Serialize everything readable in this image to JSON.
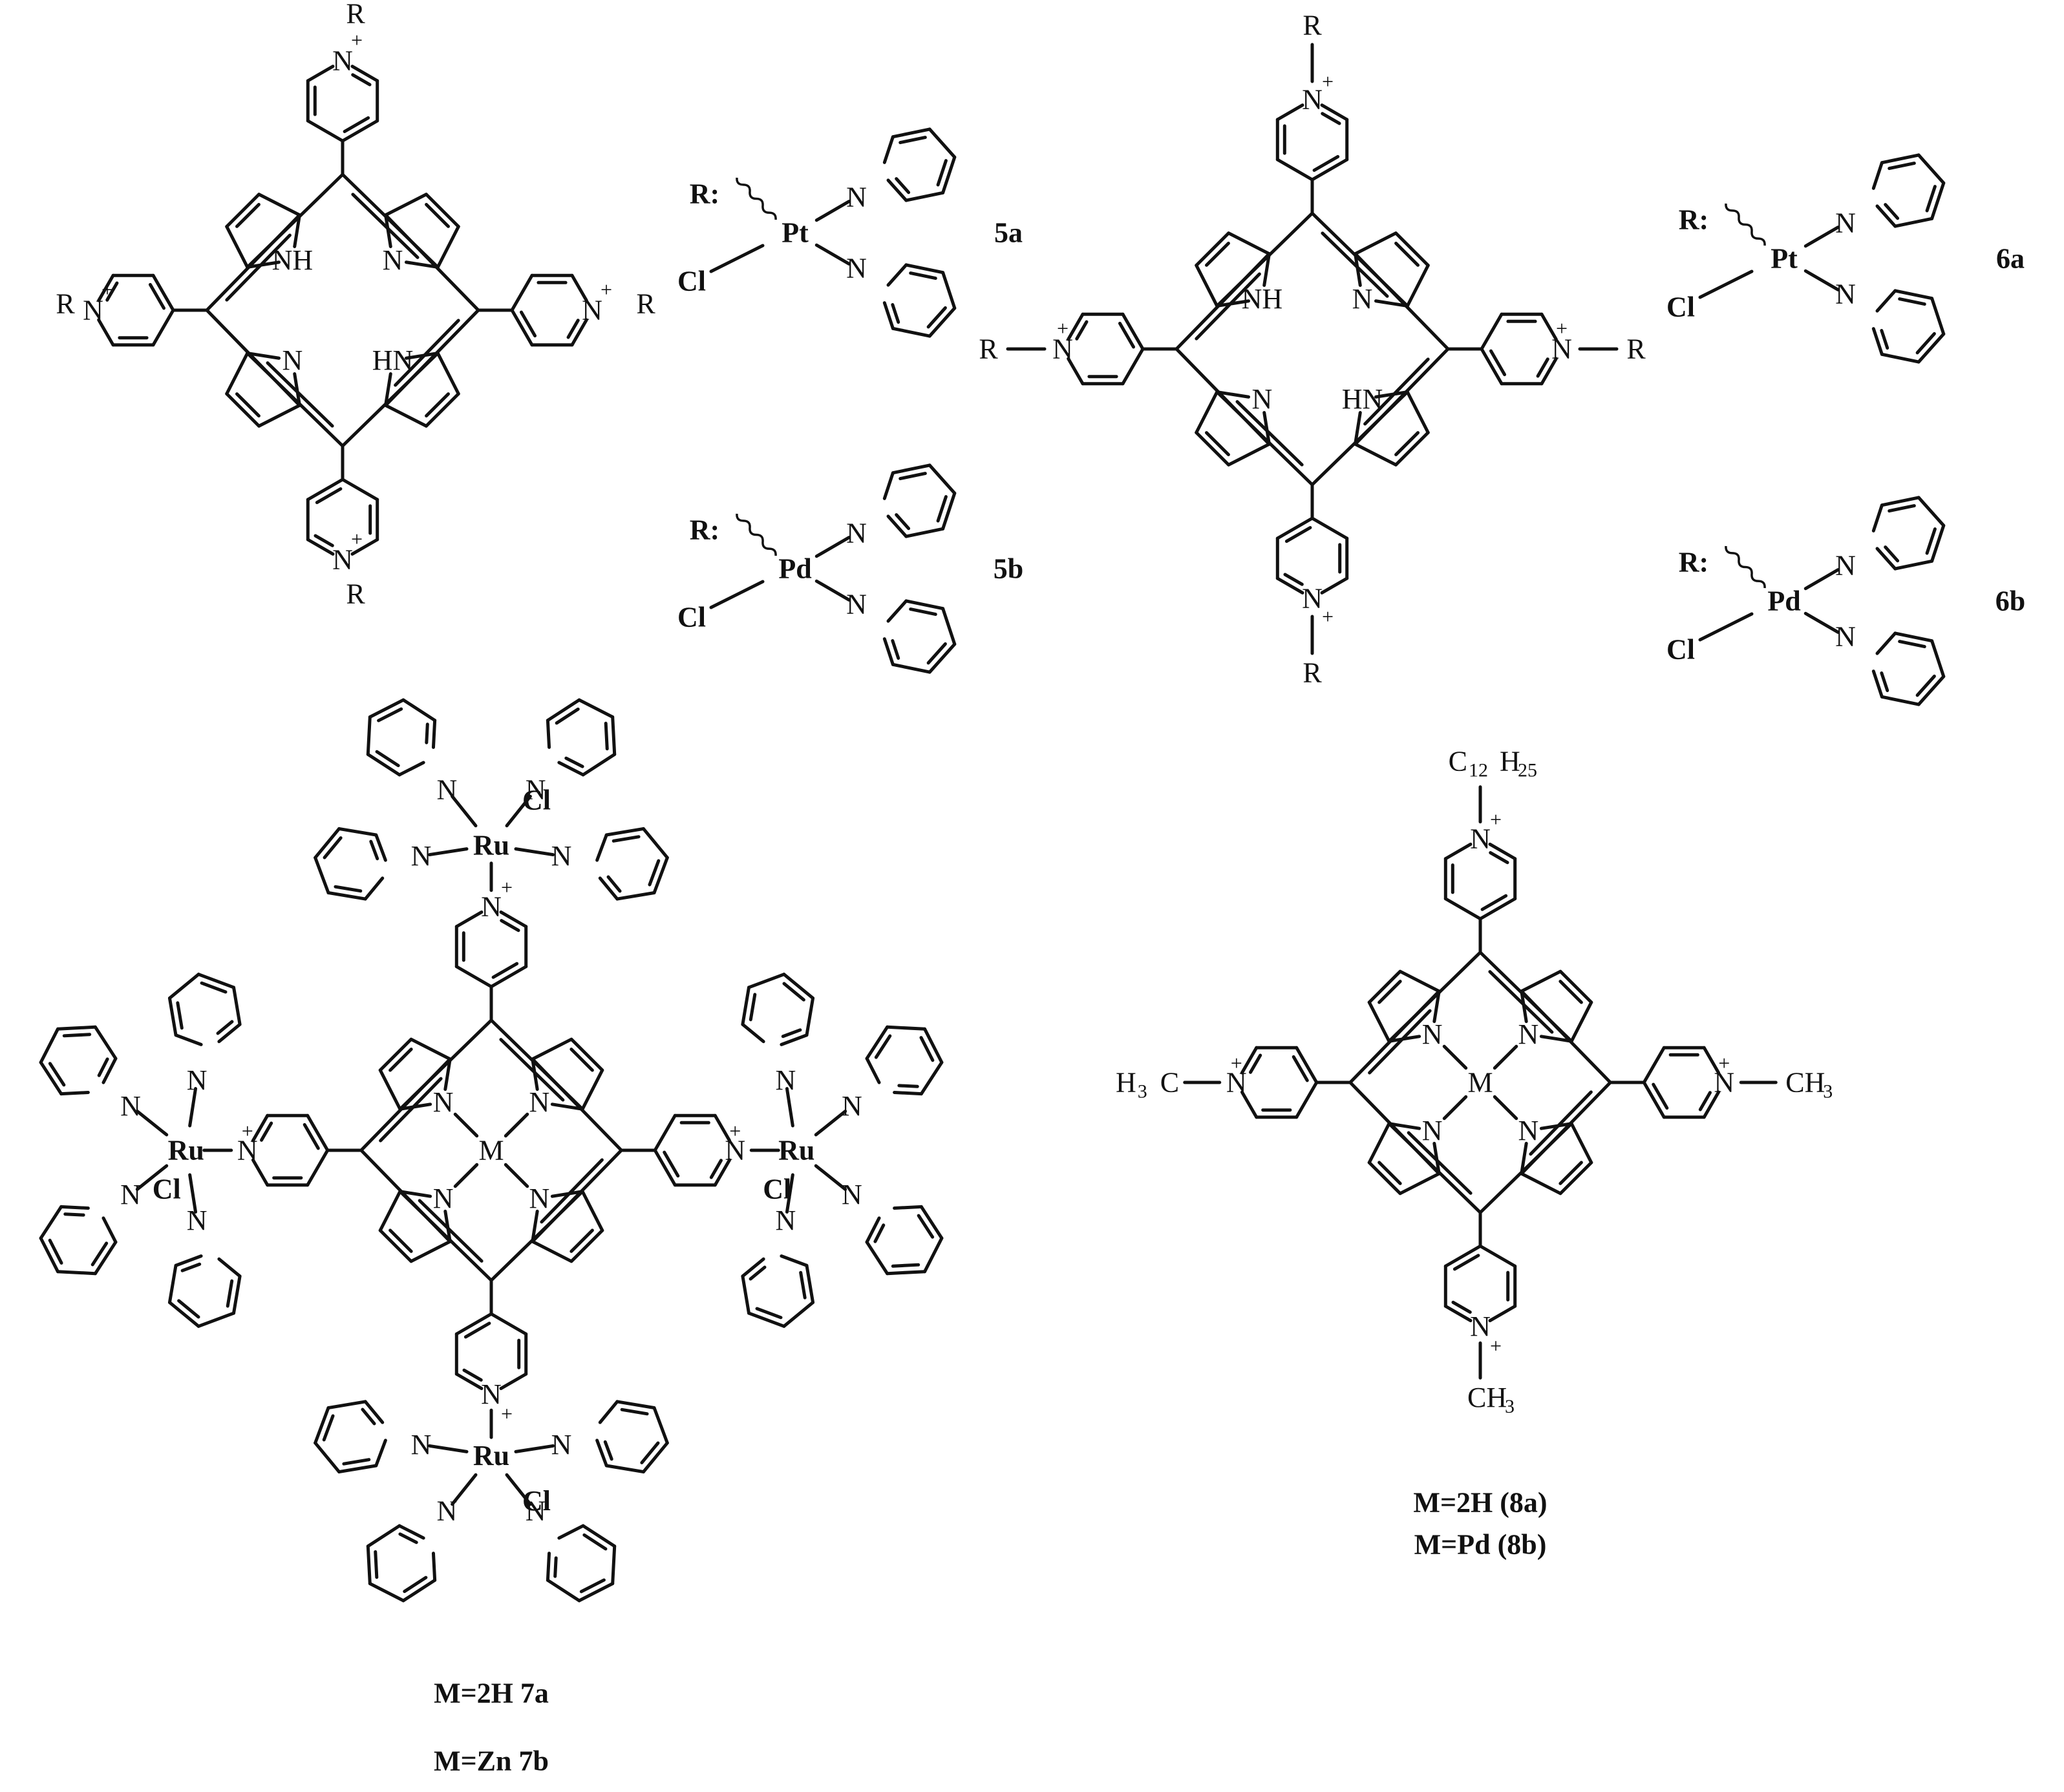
{
  "r_prefix": "R:",
  "labels": {
    "c5a": "5a",
    "c5b": "5b",
    "c6a": "6a",
    "c6b": "6b",
    "c7a": "M=2H   7a",
    "c7b": "M=Zn   7b",
    "c8a": "M=2H (8a)",
    "c8b": "M=Pd (8b)"
  },
  "atoms": {
    "nh": "NH",
    "hn": "HN",
    "n": "N",
    "r": "R",
    "m": "M",
    "pt": "Pt",
    "pd": "Pd",
    "ru": "Ru",
    "cl": "Cl",
    "plus": "+",
    "methyl": "CH",
    "h3c": "H",
    "c12": "C",
    "h25": "H",
    "sub3": "3",
    "sub12": "12",
    "sub25": "25"
  },
  "colors": {
    "ink": "#111111",
    "background": "#ffffff"
  }
}
